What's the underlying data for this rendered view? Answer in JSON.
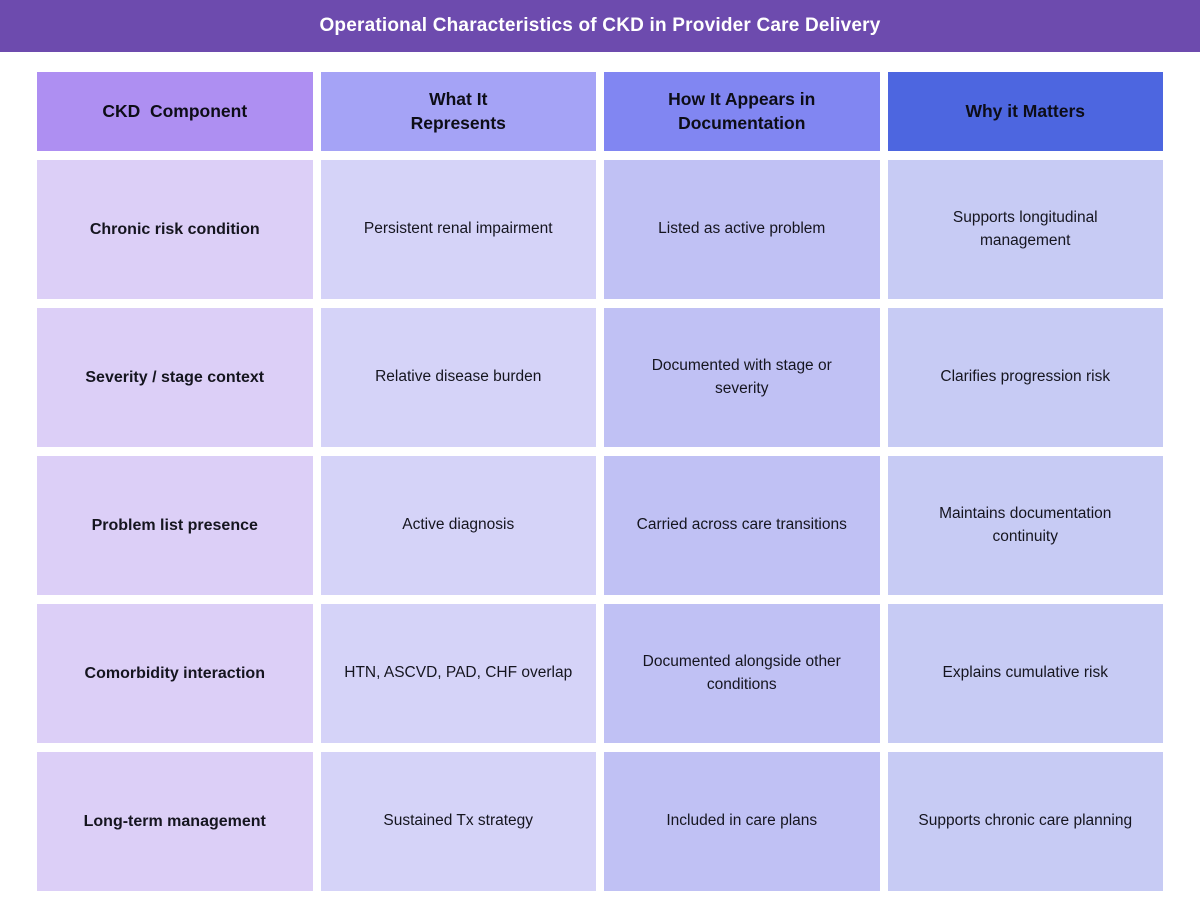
{
  "title": "Operational Characteristics of CKD in Provider Care Delivery",
  "colors": {
    "page_bg": "#ffffff",
    "title_bar": "#6d4bae",
    "title_text": "#ffffff",
    "header_text": "#0d0d17",
    "body_text": "#15151f",
    "header_c0": "#ae8ff2",
    "header_c1": "#a5a3f6",
    "header_c2": "#8186f2",
    "header_c3": "#4d66e0",
    "cell_c0": "#dccff7",
    "cell_c1": "#d5d3f8",
    "cell_c2": "#c0c1f4",
    "cell_c3": "#c7cbf4"
  },
  "table": {
    "columns": [
      {
        "label": "CKD  Component"
      },
      {
        "label": "What It\nRepresents"
      },
      {
        "label": "How It Appears in\nDocumentation"
      },
      {
        "label": "Why it Matters"
      }
    ],
    "rows": [
      [
        "Chronic risk condition",
        "Persistent renal impairment",
        "Listed as active problem",
        "Supports longitudinal management"
      ],
      [
        "Severity / stage context",
        "Relative disease burden",
        "Documented with stage or severity",
        "Clarifies progression risk"
      ],
      [
        "Problem list presence",
        "Active diagnosis",
        "Carried across care transitions",
        "Maintains documentation continuity"
      ],
      [
        "Comorbidity interaction",
        "HTN, ASCVD, PAD, CHF overlap",
        "Documented alongside other conditions",
        "Explains cumulative risk"
      ],
      [
        "Long-term management",
        "Sustained Tx strategy",
        "Included in care plans",
        "Supports chronic care planning"
      ]
    ]
  }
}
